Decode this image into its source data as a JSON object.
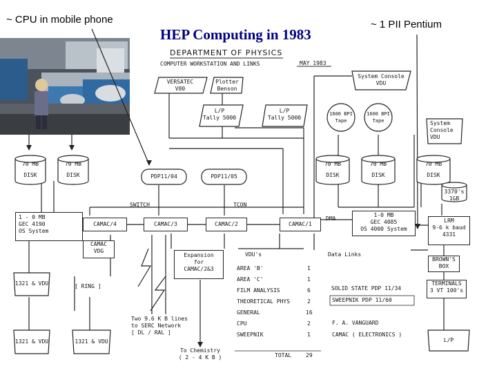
{
  "annotations": {
    "left": "~ CPU in mobile phone",
    "right": "~ 1 PII Pentium",
    "title": "HEP Computing in 1983"
  },
  "diagram": {
    "heading": "DEPARTMENT OF PHYSICS",
    "subheading": "COMPUTER WORKSTATION AND LINKS",
    "date": "MAY 1983",
    "boxes": {
      "versatec": [
        "VERSATEC",
        "V80"
      ],
      "plotter": [
        "Plotter",
        "Benson"
      ],
      "system_console_top": [
        "System Console",
        "VDU"
      ],
      "lp_tally1": [
        "L/P",
        "Tally 5000"
      ],
      "lp_tally2": [
        "L/P",
        "Tally 5000"
      ],
      "tape1": [
        "1600 BPI",
        "Tape"
      ],
      "tape2": [
        "1600 BPI",
        "Tape"
      ],
      "system_console_right": [
        "System",
        "Console",
        "VDU"
      ],
      "disk_1": [
        "70 MB",
        "DISK"
      ],
      "disk_2": [
        "70 MB",
        "DISK"
      ],
      "disk_3": [
        "70 MB",
        "DISK"
      ],
      "disk_4": [
        "70 MB",
        "DISK"
      ],
      "disk_5": [
        "70 MB",
        "DISK"
      ],
      "pdp1": "PDP11/04",
      "pdp2": "PDP11/05",
      "disk_3370": [
        "3370's",
        "1GB"
      ],
      "gec4190": [
        "1 - 0 MB",
        "GEC 4190",
        "OS System"
      ],
      "camac4": "CAMAC/4",
      "camac3": "CAMAC/3",
      "camac2": "CAMAC/2",
      "camac1": "CAMAC/1",
      "gec4085": [
        "1-0 MB",
        "GEC 4085",
        "OS 4000 System"
      ],
      "lrm": [
        "LRM",
        "9-6 k baud",
        "4331"
      ],
      "camac_vdg": [
        "CAMAC",
        "VDG"
      ],
      "expansion": [
        "Expansion",
        "for",
        "CAMAC/2&3"
      ],
      "vdu1": "1321 & VDU",
      "vdu2": "1321 & VDU",
      "vdu3": "1321 & VDU",
      "browns": [
        "BROWN'S",
        "BOX"
      ],
      "terminals": [
        "TERMINALS",
        "3 VT 100's"
      ],
      "lp_br": "L/P"
    },
    "labels": {
      "switch": "SWITCH",
      "tcon": "TCON",
      "dma": "DMA",
      "data_links": "Data Links",
      "vdus": "VDU's",
      "ring": "[ RING ]",
      "two_lines": [
        "Two 9.6 K B lines",
        "to SERC Network",
        "[ DL / RAL ]"
      ],
      "chemistry": [
        "To Chemistry",
        "( 2 - 4 K B )"
      ],
      "total_label": "TOTAL",
      "total_value": "29",
      "solid_state": "SOLID STATE  PDP 11/34",
      "sweepnik_pdp": "SWEEPNIK   PDP 11/60",
      "fa_vanguard": "F. A. VANGUARD",
      "camac_electronics": "CAMAC ( ELECTRONICS )"
    },
    "vdu_table": [
      {
        "name": "AREA 'B'",
        "count": "1"
      },
      {
        "name": "AREA 'C'",
        "count": "1"
      },
      {
        "name": "FILM ANALYSIS",
        "count": "6"
      },
      {
        "name": "THEORETICAL PHYS",
        "count": "2"
      },
      {
        "name": "GENERAL",
        "count": "16"
      },
      {
        "name": "CPU",
        "count": "2"
      },
      {
        "name": "SWEEPNIK",
        "count": "1"
      }
    ]
  }
}
